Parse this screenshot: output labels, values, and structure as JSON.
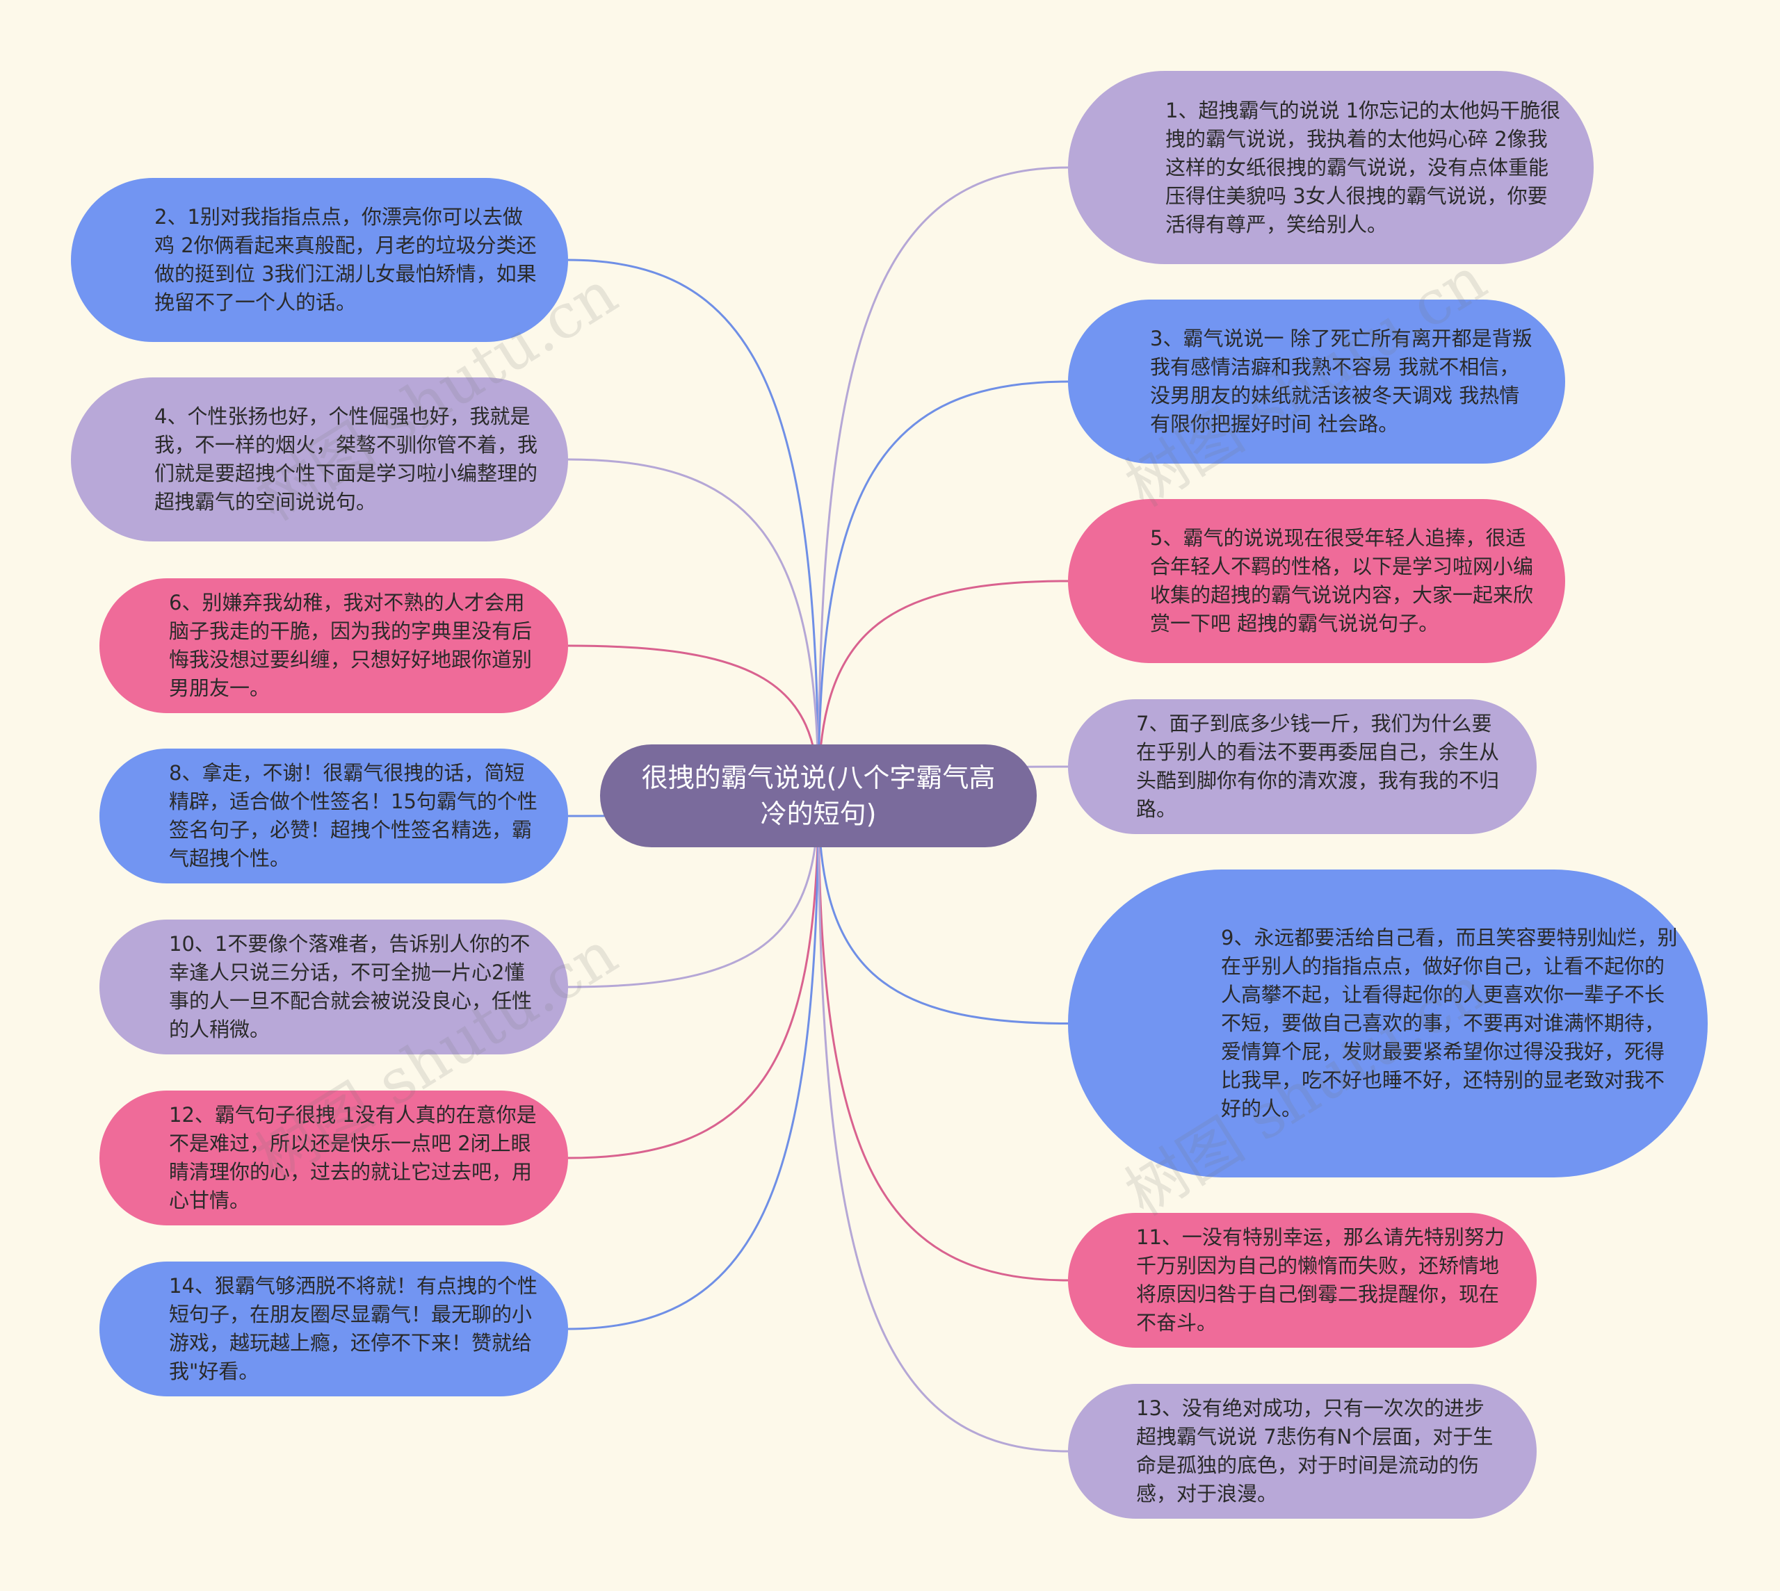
{
  "title": "很拽的霸气说说(八个字霸气高冷的短句)",
  "colors": {
    "background": "#fdf9ea",
    "root": "#7a6b9c",
    "blue": "#7295f2",
    "purple": "#b8a8d8",
    "pink": "#ef6b99"
  },
  "watermark": "树图 shutu.cn",
  "left_nodes": [
    {
      "text": "2、1别对我指指点点，你漂亮你可以去做鸡 2你俩看起来真般配，月老的垃圾分类还做的挺到位 3我们江湖儿女最怕矫情，如果挽留不了一个人的话。",
      "color": "blue"
    },
    {
      "text": "4、个性张扬也好，个性倔强也好，我就是我，不一样的烟火，桀骜不驯你管不着，我们就是要超拽个性下面是学习啦小编整理的超拽霸气的空间说说句。",
      "color": "purple"
    },
    {
      "text": "6、别嫌弃我幼稚，我对不熟的人才会用脑子我走的干脆，因为我的字典里没有后悔我没想过要纠缠，只想好好地跟你道别男朋友一。",
      "color": "pink"
    },
    {
      "text": "8、拿走，不谢！很霸气很拽的话，简短精辟，适合做个性签名！15句霸气的个性签名句子，必赞！超拽个性签名精选，霸气超拽个性。",
      "color": "blue"
    },
    {
      "text": "10、1不要像个落难者，告诉别人你的不幸逢人只说三分话，不可全抛一片心2懂事的人一旦不配合就会被说没良心，任性的人稍微。",
      "color": "purple"
    },
    {
      "text": "12、霸气句子很拽 1没有人真的在意你是不是难过，所以还是快乐一点吧 2闭上眼睛清理你的心，过去的就让它过去吧，用心甘情。",
      "color": "pink"
    },
    {
      "text": "14、狠霸气够洒脱不将就！有点拽的个性短句子，在朋友圈尽显霸气！最无聊的小游戏，越玩越上瘾，还停不下来！赞就给我\"好看。",
      "color": "blue"
    }
  ],
  "right_nodes": [
    {
      "text": "1、超拽霸气的说说 1你忘记的太他妈干脆很拽的霸气说说，我执着的太他妈心碎 2像我这样的女纸很拽的霸气说说，没有点体重能压得住美貌吗 3女人很拽的霸气说说，你要活得有尊严，笑给别人。",
      "color": "purple"
    },
    {
      "text": "3、霸气说说一 除了死亡所有离开都是背叛 我有感情洁癖和我熟不容易 我就不相信，没男朋友的妹纸就活该被冬天调戏 我热情有限你把握好时间 社会路。",
      "color": "blue"
    },
    {
      "text": "5、霸气的说说现在很受年轻人追捧，很适合年轻人不羁的性格，以下是学习啦网小编收集的超拽的霸气说说内容，大家一起来欣赏一下吧 超拽的霸气说说句子。",
      "color": "pink"
    },
    {
      "text": "7、面子到底多少钱一斤，我们为什么要在乎别人的看法不要再委屈自己，余生从头酷到脚你有你的清欢渡，我有我的不归路。",
      "color": "purple"
    },
    {
      "text": "9、永远都要活给自己看，而且笑容要特别灿烂，别在乎别人的指指点点，做好你自己，让看不起你的人高攀不起，让看得起你的人更喜欢你一辈子不长不短，要做自己喜欢的事，不要再对谁满怀期待，爱情算个屁，发财最要紧希望你过得没我好，死得比我早，吃不好也睡不好，还特别的显老致对我不好的人。",
      "color": "blue"
    },
    {
      "text": "11、一没有特别幸运，那么请先特别努力千万别因为自己的懒惰而失败，还矫情地将原因归咎于自己倒霉二我提醒你，现在不奋斗。",
      "color": "pink"
    },
    {
      "text": "13、没有绝对成功，只有一次次的进步 超拽霸气说说 7悲伤有N个层面，对于生命是孤独的底色，对于时间是流动的伤感，对于浪漫。",
      "color": "purple"
    }
  ]
}
